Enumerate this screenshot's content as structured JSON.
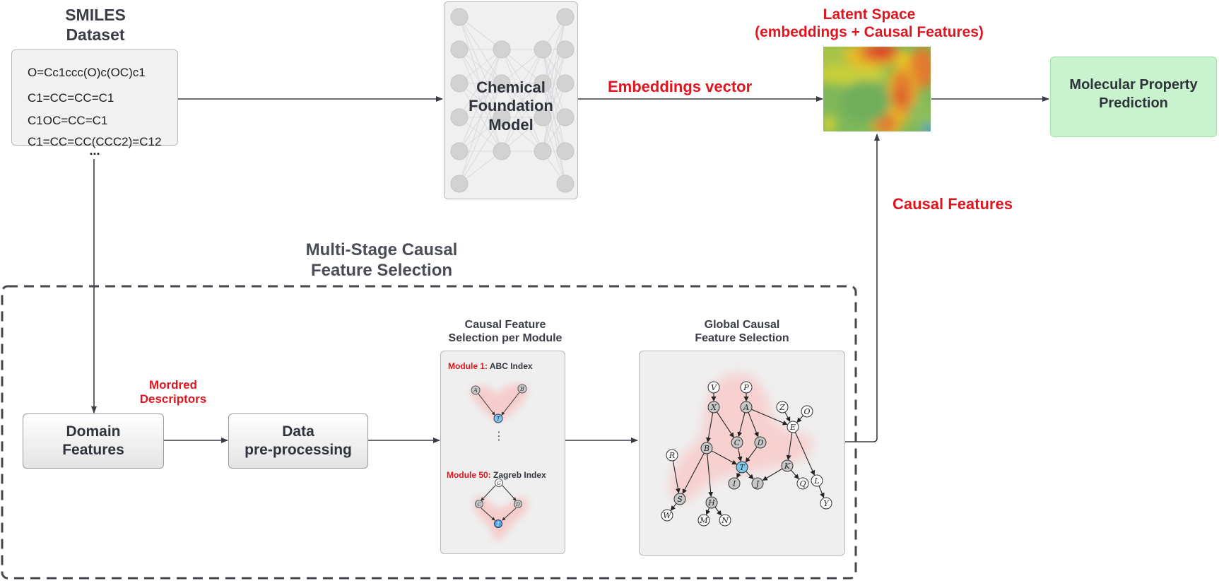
{
  "smiles": {
    "title_line1": "SMILES",
    "title_line2": "Dataset",
    "rows": [
      "O=Cc1ccc(O)c(OC)c1",
      "C1=CC=CC=C1",
      "C1OC=CC=C1",
      "C1=CC=CC(CCC2)=C12"
    ],
    "ellipsis": "..."
  },
  "foundation_model": {
    "label_line1": "Chemical",
    "label_line2": "Foundation Model"
  },
  "embeddings_label": "Embeddings vector",
  "latent_space": {
    "title_line1": "Latent Space",
    "title_line2": "(embeddings + Causal Features)"
  },
  "prediction": {
    "label_line1": "Molecular Property",
    "label_line2": "Prediction"
  },
  "causal_features_label": "Causal Features",
  "multistage": {
    "title_line1": "Multi-Stage Causal",
    "title_line2": "Feature Selection"
  },
  "mordred_label": {
    "line1": "Mordred",
    "line2": "Descriptors"
  },
  "domain_features": {
    "line1": "Domain",
    "line2": "Features"
  },
  "preprocessing": {
    "line1": "Data",
    "line2": "pre-processing"
  },
  "per_module": {
    "title_line1": "Causal Feature",
    "title_line2": "Selection per Module",
    "module1_prefix": "Module 1:",
    "module1_name": "ABC Index",
    "module50_prefix": "Module 50:",
    "module50_name": "Zagreb Index",
    "dots": "⋮",
    "module1_nodes": [
      "A",
      "B",
      "T"
    ],
    "module50_nodes": [
      "G",
      "C",
      "D",
      "T"
    ]
  },
  "global": {
    "title_line1": "Global Causal",
    "title_line2": "Feature Selection",
    "nodes": [
      {
        "id": "V",
        "type": "plain"
      },
      {
        "id": "P",
        "type": "plain"
      },
      {
        "id": "X",
        "type": "causal"
      },
      {
        "id": "A",
        "type": "causal"
      },
      {
        "id": "Z",
        "type": "plain"
      },
      {
        "id": "O",
        "type": "plain"
      },
      {
        "id": "E",
        "type": "plain"
      },
      {
        "id": "C",
        "type": "causal"
      },
      {
        "id": "D",
        "type": "causal"
      },
      {
        "id": "B",
        "type": "causal"
      },
      {
        "id": "R",
        "type": "plain"
      },
      {
        "id": "T",
        "type": "target"
      },
      {
        "id": "K",
        "type": "causal"
      },
      {
        "id": "I",
        "type": "causal"
      },
      {
        "id": "J",
        "type": "causal"
      },
      {
        "id": "Q",
        "type": "plain"
      },
      {
        "id": "L",
        "type": "plain"
      },
      {
        "id": "S",
        "type": "causal"
      },
      {
        "id": "H",
        "type": "causal"
      },
      {
        "id": "Y",
        "type": "plain"
      },
      {
        "id": "W",
        "type": "plain"
      },
      {
        "id": "M",
        "type": "plain"
      },
      {
        "id": "N",
        "type": "plain"
      }
    ],
    "edges": [
      [
        "V",
        "X"
      ],
      [
        "P",
        "A"
      ],
      [
        "X",
        "B"
      ],
      [
        "X",
        "C"
      ],
      [
        "A",
        "C"
      ],
      [
        "A",
        "D"
      ],
      [
        "A",
        "E"
      ],
      [
        "Z",
        "E"
      ],
      [
        "O",
        "E"
      ],
      [
        "E",
        "K"
      ],
      [
        "E",
        "L"
      ],
      [
        "C",
        "T"
      ],
      [
        "D",
        "T"
      ],
      [
        "B",
        "T"
      ],
      [
        "B",
        "S"
      ],
      [
        "B",
        "H"
      ],
      [
        "R",
        "S"
      ],
      [
        "T",
        "I"
      ],
      [
        "T",
        "J"
      ],
      [
        "K",
        "J"
      ],
      [
        "K",
        "Q"
      ],
      [
        "L",
        "Y"
      ],
      [
        "S",
        "W"
      ],
      [
        "H",
        "M"
      ],
      [
        "H",
        "N"
      ]
    ]
  },
  "colors": {
    "accent_red": "#e0151f",
    "prediction_fill": "#c9f3cf",
    "target_node": "#7ec8ec",
    "causal_node": "#c8c8c8",
    "highlight": "#f8d2d2"
  }
}
